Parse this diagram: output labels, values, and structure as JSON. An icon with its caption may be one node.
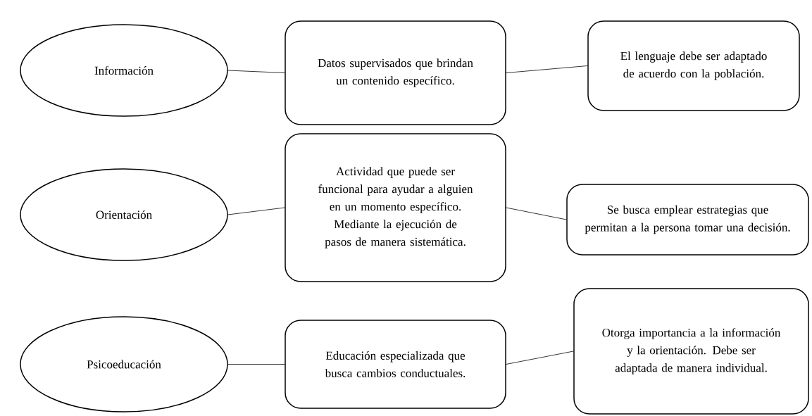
{
  "diagram": {
    "nodes": [
      {
        "text": [
          "Información"
        ]
      },
      {
        "text": [
          "Datos supervisados que brindan un contenido específico."
        ]
      },
      {
        "text": [
          "El lenguaje debe ser adaptado de acuerdo con la población."
        ]
      },
      {
        "text": [
          "Orientación"
        ]
      },
      {
        "text": [
          "Actividad que puede ser funcional para ayudar a alguien en un momento específico. Mediante la ejecución de pasos de manera sistemática."
        ]
      },
      {
        "text": [
          "Se busca emplear estrategias que permitan a la persona tomar una decisión."
        ]
      },
      {
        "text": [
          "Psicoeducación"
        ]
      },
      {
        "text": [
          "Educación especializada que busca cambios conductuales."
        ]
      },
      {
        "text": [
          "Otorga importancia a la información y la orientación. Debe ser adaptada de manera individual."
        ]
      }
    ],
    "edges": [
      {
        "from": 0,
        "to": 1,
        "arrow": "none"
      },
      {
        "from": 1,
        "to": 2,
        "arrow": "none"
      },
      {
        "from": 3,
        "to": 4,
        "arrow": "none"
      },
      {
        "from": 4,
        "to": 5,
        "arrow": "none"
      },
      {
        "from": 6,
        "to": 7,
        "arrow": "none"
      },
      {
        "from": 7,
        "to": 8,
        "arrow": "none"
      }
    ]
  }
}
